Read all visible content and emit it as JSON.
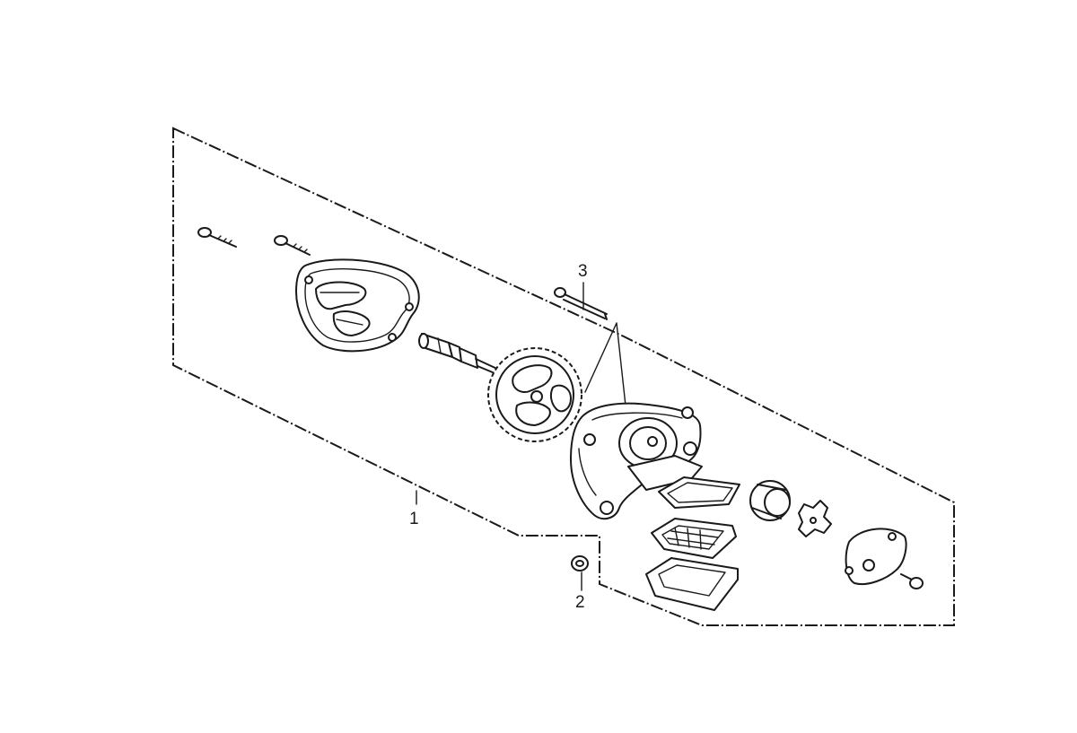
{
  "callouts": [
    {
      "id": "1",
      "text": "1"
    },
    {
      "id": "2",
      "text": "2"
    },
    {
      "id": "3",
      "text": "3"
    }
  ],
  "colors": {
    "ink": "#1a1a1a",
    "paper": "#ffffff"
  }
}
